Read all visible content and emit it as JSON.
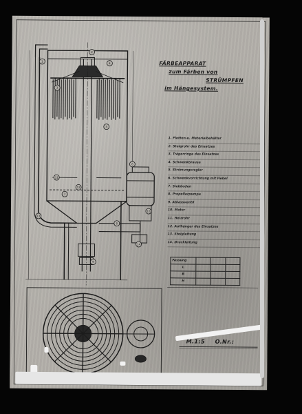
{
  "sheet": {
    "title": [
      "FÄRBEAPPARAT",
      "zum Färben von",
      "STRÜMPFEN",
      "im Hängesystem."
    ],
    "legend": [
      "1. Flotten-u. Materialbehälter",
      "2. Steigrohr des Einsatzes",
      "3. Trägerringe des Einsatzes",
      "4. Schwenkbrause",
      "5. Strömungsregler",
      "6. Schwenkvorrichtung mit Hebel",
      "7. Siebboden",
      "8. Propellerpumpe",
      "9. Ablassventil",
      "10. Motor",
      "11. Heizrohr",
      "12. Aufhänger des Einsatzes",
      "13. Steigleitung",
      "14. Druckleitung"
    ],
    "table": {
      "header": "Fassung",
      "rows": [
        "L",
        "B",
        "H"
      ]
    },
    "scale": "M.1:5",
    "order_number": "O.Nr.:"
  },
  "callouts": [
    "1",
    "2",
    "3",
    "4",
    "5",
    "6",
    "7",
    "8",
    "9",
    "10",
    "11",
    "12",
    "13",
    "14"
  ],
  "colors": {
    "background": "#000000",
    "paper": "#b3b0aa",
    "ink": "#1c1c1c"
  }
}
